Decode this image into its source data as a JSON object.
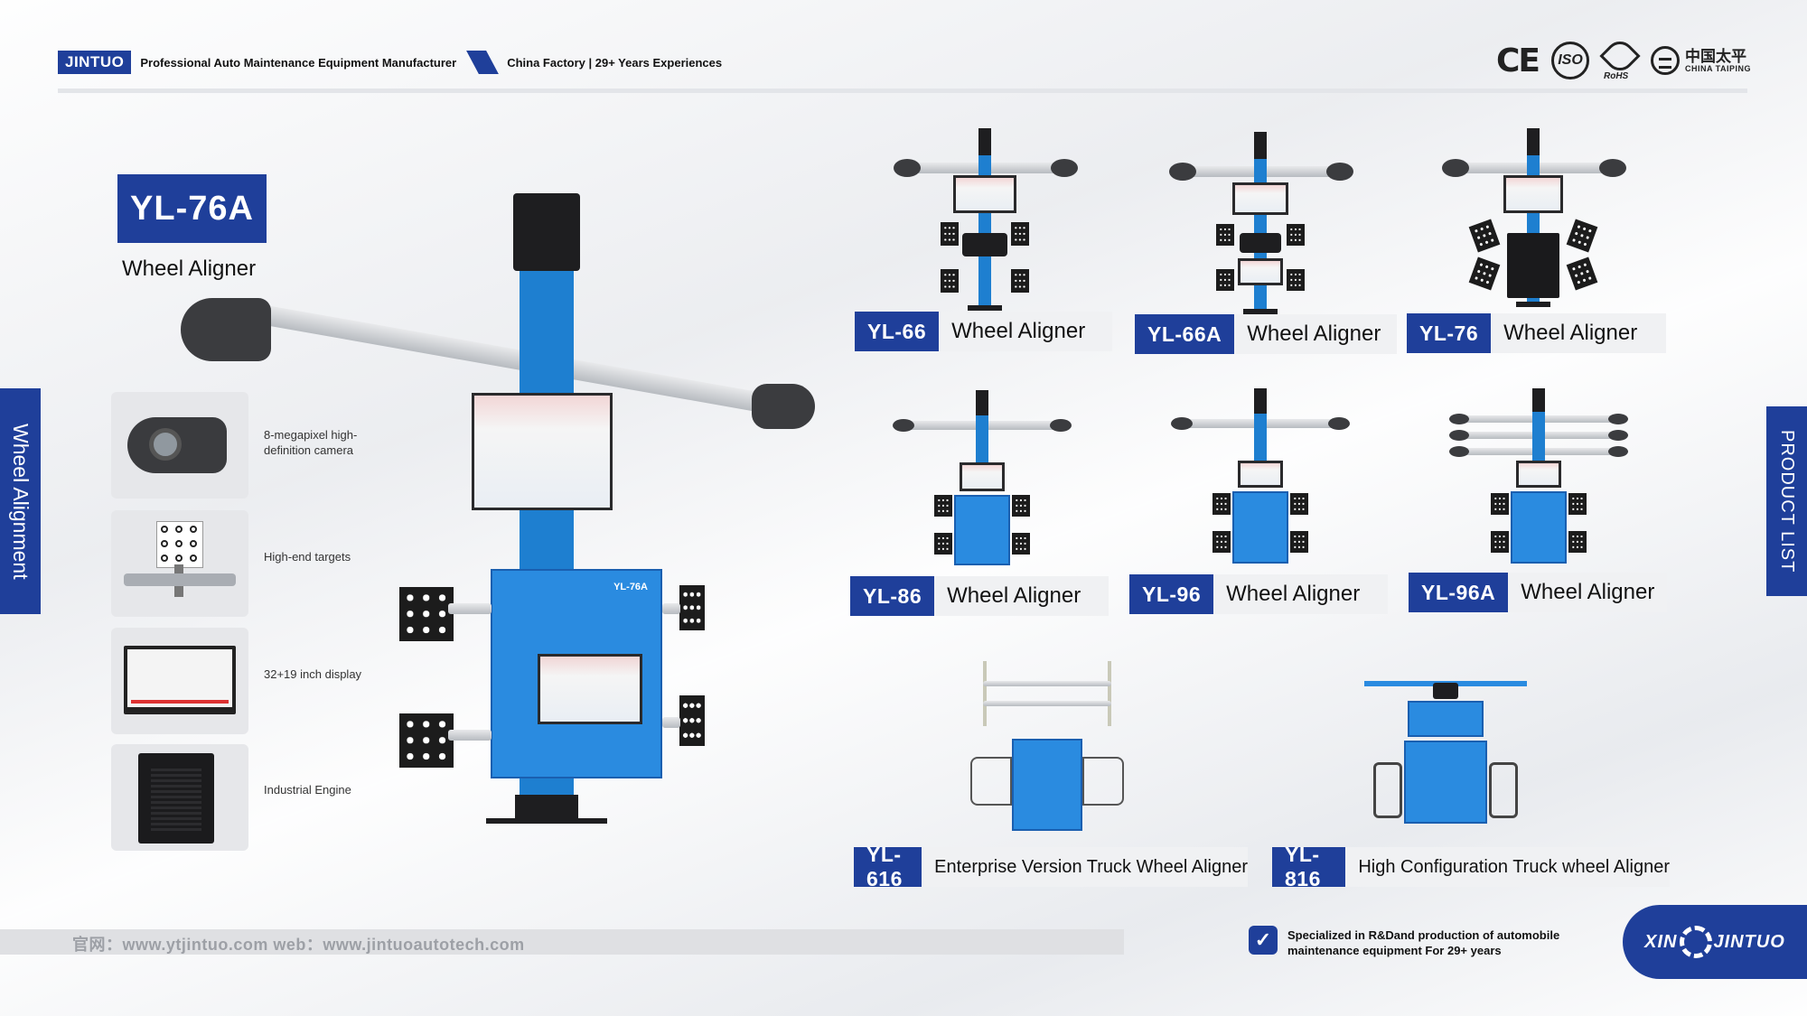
{
  "header": {
    "brand": "JINTUO",
    "tagline": "Professional Auto Maintenance Equipment Manufacturer",
    "factory": "China Factory | 29+ Years Experiences",
    "certs": {
      "ce": "CE",
      "iso": "ISO",
      "rohs": "RoHS",
      "taiping_cn": "中国太平",
      "taiping_en": "CHINA TAIPING"
    }
  },
  "side_tabs": {
    "left": "Wheel Alignment",
    "right": "PRODUCT LIST"
  },
  "main_product": {
    "model": "YL-76A",
    "name": "Wheel Aligner",
    "cabinet_label": "YL-76A",
    "features": [
      {
        "icon": "camera-icon",
        "label": "8-megapixel high-definition camera"
      },
      {
        "icon": "target-icon",
        "label": "High-end targets"
      },
      {
        "icon": "display-icon",
        "label": "32+19 inch display"
      },
      {
        "icon": "engine-icon",
        "label": "Industrial Engine"
      }
    ]
  },
  "products": [
    {
      "model": "YL-66",
      "name": "Wheel Aligner"
    },
    {
      "model": "YL-66A",
      "name": "Wheel Aligner"
    },
    {
      "model": "YL-76",
      "name": "Wheel Aligner"
    },
    {
      "model": "YL-86",
      "name": "Wheel Aligner"
    },
    {
      "model": "YL-96",
      "name": "Wheel Aligner"
    },
    {
      "model": "YL-96A",
      "name": "Wheel Aligner"
    },
    {
      "model": "YL-616",
      "name": "Enterprise Version Truck Wheel Aligner"
    },
    {
      "model": "YL-816",
      "name": "High Configuration Truck wheel Aligner"
    }
  ],
  "footer": {
    "websites": "官网：www.ytjintuo.com   web：www.jintuoautotech.com",
    "spec_line1": "Specialized in R&Dand production of automobile",
    "spec_line2": "maintenance equipment For 29+ years",
    "logo_left": "XIN",
    "logo_right": "JINTUO"
  },
  "colors": {
    "brand_blue": "#1f3f9a",
    "column_blue": "#1e7fd0"
  }
}
